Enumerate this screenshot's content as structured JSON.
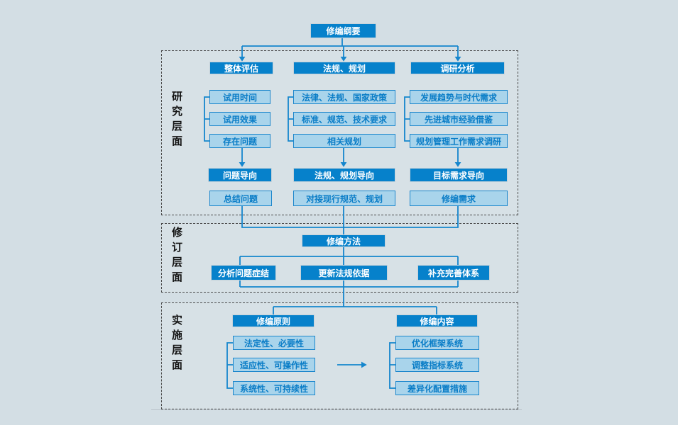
{
  "flow": {
    "root": "修编纲要"
  },
  "colors": {
    "background": "#d3dee4",
    "solid_box_fill": "#0681cb",
    "solid_box_text": "#ffffff",
    "light_box_fill": "#a9d4eb",
    "light_box_border": "#1b86cc",
    "light_box_text": "#0a7dc7",
    "connector": "#1586cd",
    "section_border": "#4a4a4a",
    "section_label_text": "#141414"
  },
  "sections": [
    {
      "label": "研究层面"
    },
    {
      "label": "修订层面"
    },
    {
      "label": "实施层面"
    }
  ],
  "research": {
    "columns": [
      {
        "header": "整体评估",
        "items": [
          "试用时间",
          "试用效果",
          "存在问题"
        ],
        "orientation": "问题导向",
        "result": "总结问题"
      },
      {
        "header": "法规、规划",
        "items": [
          "法律、法规、国家政策",
          "标准、规范、技术要求",
          "相关规划"
        ],
        "orientation": "法规、规划导向",
        "result": "对接现行规范、规划"
      },
      {
        "header": "调研分析",
        "items": [
          "发展趋势与时代需求",
          "先进城市经验借鉴",
          "规划管理工作需求调研"
        ],
        "orientation": "目标需求导向",
        "result": "修编需求"
      }
    ]
  },
  "revision": {
    "method": "修编方法",
    "items": [
      "分析问题症结",
      "更新法规依据",
      "补充完善体系"
    ]
  },
  "implementation": {
    "principle": {
      "header": "修编原则",
      "items": [
        "法定性、必要性",
        "适应性、可操作性",
        "系统性、可持续性"
      ]
    },
    "content": {
      "header": "修编内容",
      "items": [
        "优化框架系统",
        "调整指标系统",
        "差异化配置措施"
      ]
    }
  }
}
